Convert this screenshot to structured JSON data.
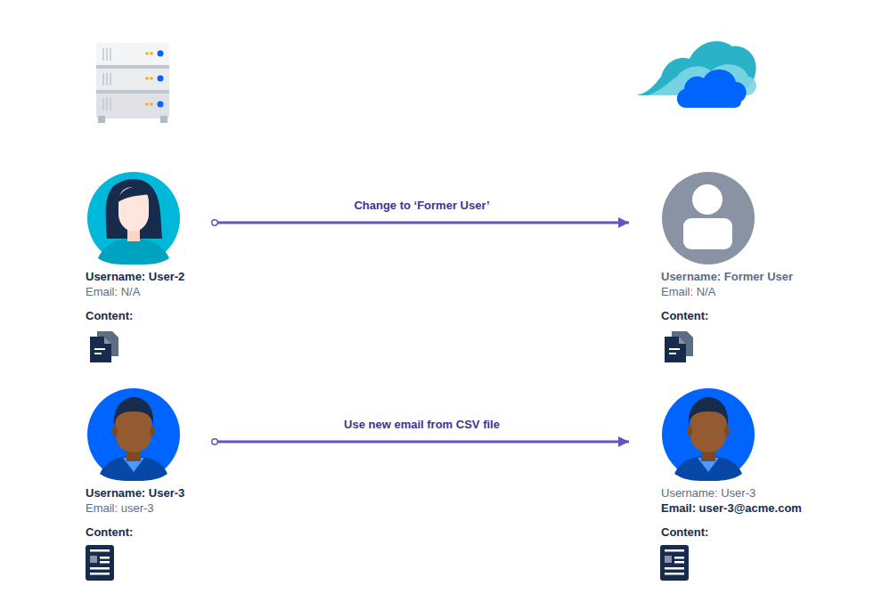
{
  "diagram": {
    "nodes": [
      {
        "text": [
          "Username: User-2",
          "Email: N/A",
          "Content:"
        ]
      },
      {
        "text": [
          "Username: Former User",
          "Email: N/A",
          "Content:"
        ]
      },
      {
        "text": [
          "Username: User-3",
          "Email: user-3",
          "Content:"
        ]
      },
      {
        "text": [
          "Username: User-3",
          "Email: user-3@acme.com",
          "Content:"
        ]
      }
    ],
    "edges": [
      {
        "from": 0,
        "to": 1,
        "arrow": "to",
        "label": "Change to ‘Former User’"
      },
      {
        "from": 2,
        "to": 3,
        "arrow": "to",
        "label": "Use new email from CSV file"
      }
    ]
  }
}
